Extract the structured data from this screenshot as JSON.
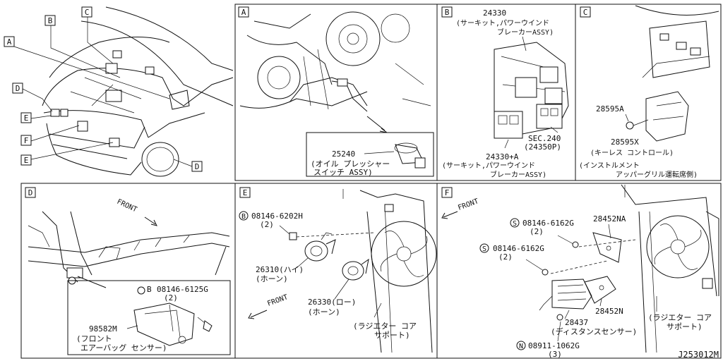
{
  "diagram_id": "J253012M",
  "overview": {
    "callouts": [
      "A",
      "B",
      "C",
      "D",
      "E",
      "F",
      "E",
      "D"
    ]
  },
  "panel_A": {
    "letter": "A",
    "part_no": "25240",
    "desc_line1": "(オイル プレッシャー",
    "desc_line2": "スイッチ ASSY)"
  },
  "panel_B": {
    "letter": "B",
    "top_part": "24330",
    "top_desc1": "(サーキット,パワーウインド",
    "top_desc2": "ブレーカーASSY)",
    "sec_line1": "SEC.240",
    "sec_line2": "(24350P)",
    "bottom_part": "24330+A",
    "bottom_desc1": "(サーキット,パワーウインド",
    "bottom_desc2": "ブレーカーASSY)"
  },
  "panel_C": {
    "letter": "C",
    "part1": "28595A",
    "part2": "28595X",
    "part2_desc": "(キーレス コントロール)",
    "note1": "(インストルメント",
    "note2": "アッパーグリル運転席側)"
  },
  "panel_D": {
    "letter": "D",
    "front": "FRONT",
    "bolt_prefix": "B",
    "bolt": "08146-6125G",
    "bolt_qty": "(2)",
    "part": "98582M",
    "desc1": "(フロント",
    "desc2": "エアーバッグ センサー)"
  },
  "panel_E": {
    "letter": "E",
    "bolt_prefix": "B",
    "bolt": "08146-6202H",
    "bolt_qty": "(2)",
    "part_hi": "26310(ハイ)",
    "part_hi_desc": "(ホーン)",
    "part_lo": "26330(ロー)",
    "part_lo_desc": "(ホーン)",
    "front": "FRONT",
    "support1": "(ラジエター コア",
    "support2": "サポート)"
  },
  "panel_F": {
    "letter": "F",
    "front": "FRONT",
    "bolt1_prefix": "S",
    "bolt1": "08146-6162G",
    "bolt1_qty": "(2)",
    "bolt2_prefix": "S",
    "bolt2": "08146-6162G",
    "bolt2_qty": "(2)",
    "part_na": "28452NA",
    "part_n": "28452N",
    "part_sensor": "28437",
    "sensor_desc": "(ディスタンスセンサー)",
    "nut_prefix": "N",
    "nut": "08911-1062G",
    "nut_qty": "(3)",
    "support1": "(ラジエター コア",
    "support2": "サポート)"
  }
}
